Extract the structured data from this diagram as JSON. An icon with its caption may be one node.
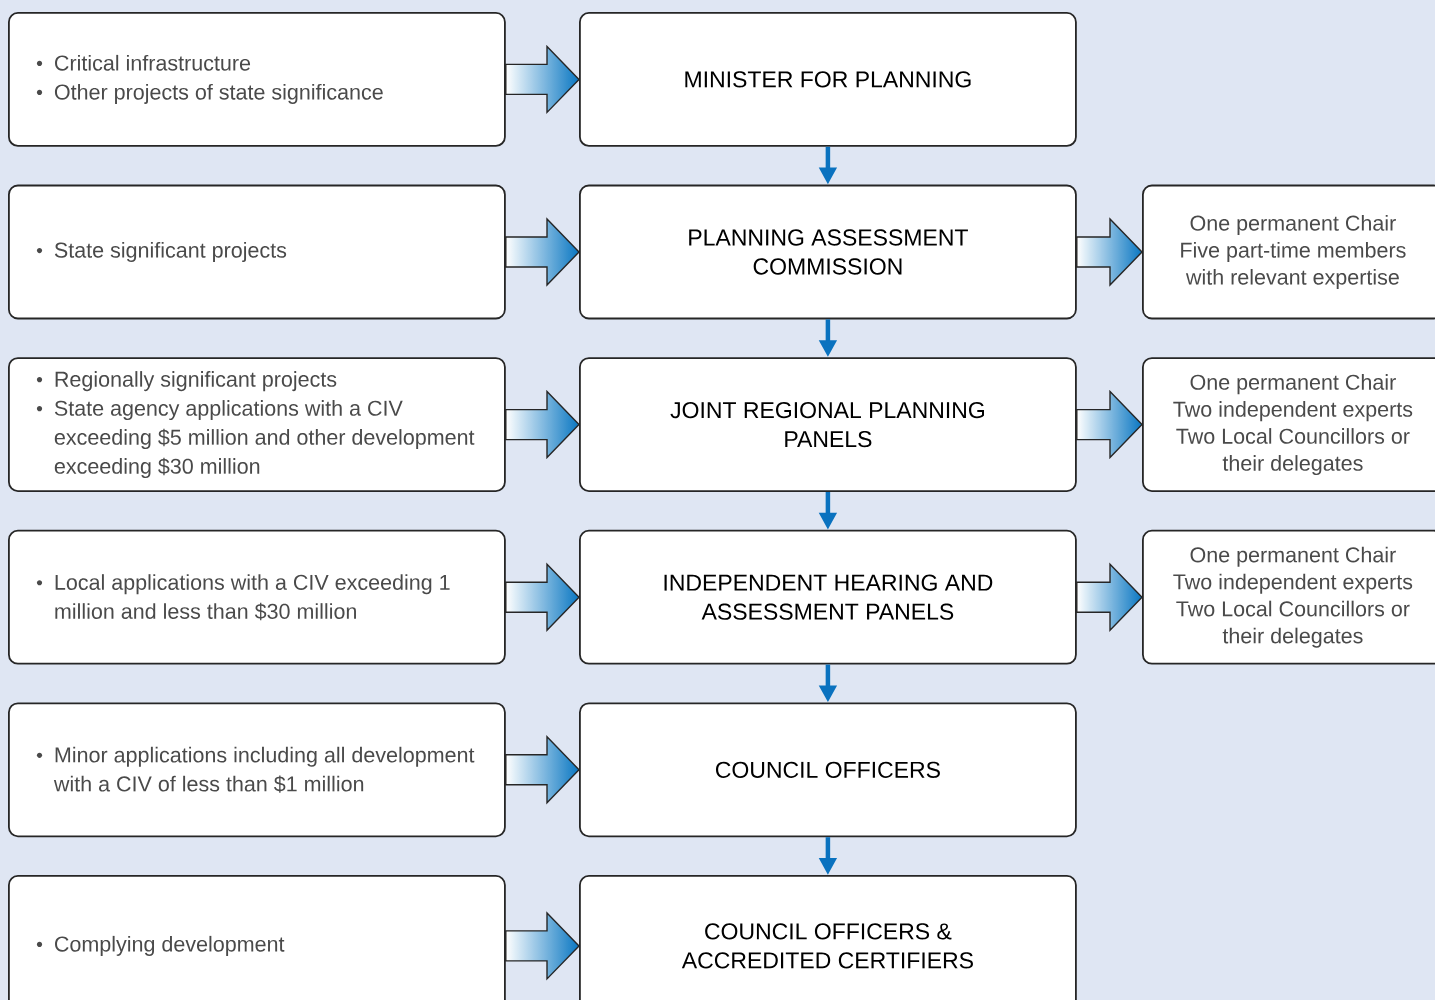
{
  "diagram": {
    "nodes": [
      {
        "text": [
          "Critical infrastructure",
          "Other projects of state significance"
        ]
      },
      {
        "text": [
          "MINISTER FOR PLANNING"
        ]
      },
      {
        "text": [
          "State significant projects"
        ]
      },
      {
        "text": [
          "PLANNING ASSESSMENT COMMISSION"
        ]
      },
      {
        "text": [
          "One permanent Chair",
          "Five part-time members with relevant expertise"
        ]
      },
      {
        "text": [
          "Regionally significant projects",
          "State agency applications with a CIV exceeding $5 million and other development exceeding $30 million"
        ]
      },
      {
        "text": [
          "JOINT REGIONAL PLANNING PANELS"
        ]
      },
      {
        "text": [
          "One permanent Chair",
          "Two independent experts",
          "Two Local Councillors or their delegates"
        ]
      },
      {
        "text": [
          "Local applications with a CIV exceeding 1 million and less than $30 million"
        ]
      },
      {
        "text": [
          "INDEPENDENT HEARING AND ASSESSMENT PANELS"
        ]
      },
      {
        "text": [
          "One permanent Chair",
          "Two independent experts",
          "Two Local Councillors or their delegates"
        ]
      },
      {
        "text": [
          "Minor applications including all development with a CIV of less than $1 million"
        ]
      },
      {
        "text": [
          "COUNCIL OFFICERS"
        ]
      },
      {
        "text": [
          "Complying development"
        ]
      },
      {
        "text": [
          "COUNCIL OFFICERS & ACCREDITED CERTIFIERS"
        ]
      }
    ],
    "edges": [
      {
        "from": 0,
        "to": 1,
        "arrow": "to"
      },
      {
        "from": 2,
        "to": 3,
        "arrow": "to"
      },
      {
        "from": 3,
        "to": 4,
        "arrow": "to"
      },
      {
        "from": 5,
        "to": 6,
        "arrow": "to"
      },
      {
        "from": 6,
        "to": 7,
        "arrow": "to"
      },
      {
        "from": 8,
        "to": 9,
        "arrow": "to"
      },
      {
        "from": 9,
        "to": 10,
        "arrow": "to"
      },
      {
        "from": 11,
        "to": 12,
        "arrow": "to"
      },
      {
        "from": 13,
        "to": 14,
        "arrow": "to"
      },
      {
        "from": 1,
        "to": 3,
        "arrow": "to",
        "color": "#0a72bf"
      },
      {
        "from": 3,
        "to": 6,
        "arrow": "to",
        "color": "#0a72bf"
      },
      {
        "from": 6,
        "to": 9,
        "arrow": "to",
        "color": "#0a72bf"
      },
      {
        "from": 9,
        "to": 12,
        "arrow": "to",
        "color": "#0a72bf"
      },
      {
        "from": 12,
        "to": 14,
        "arrow": "to",
        "color": "#0a72bf"
      }
    ]
  }
}
